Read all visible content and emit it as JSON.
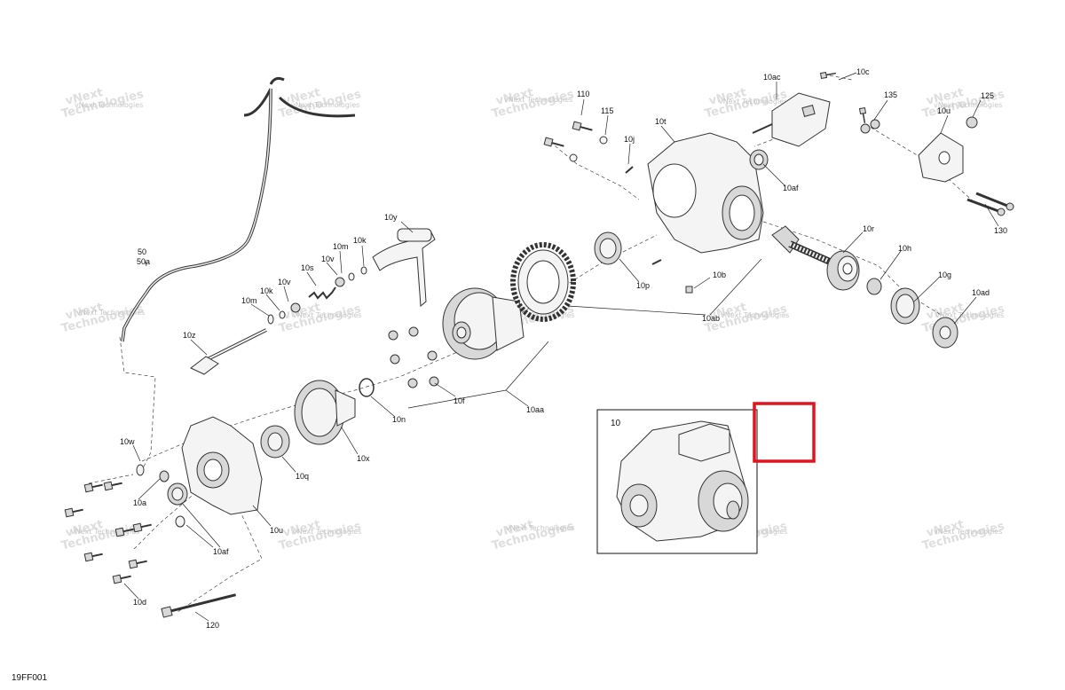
{
  "diagram_code": "19FF001",
  "watermark": {
    "line1": "vNext",
    "line2": "Technologies",
    "line3": "vNext Technologies"
  },
  "inset": {
    "label": "10"
  },
  "callouts": {
    "c10": "10",
    "c10a": "10a",
    "c10aa": "10aa",
    "c10ab": "10ab",
    "c10ac": "10ac",
    "c10ad": "10ad",
    "c10af_left": "10af",
    "c10af_right": "10af",
    "c10b": "10b",
    "c10c": "10c",
    "c10d": "10d",
    "c10f": "10f",
    "c10g": "10g",
    "c10h": "10h",
    "c10j": "10j",
    "c10k_a": "10k",
    "c10k_b": "10k",
    "c10m_a": "10m",
    "c10m_b": "10m",
    "c10n": "10n",
    "c10p": "10p",
    "c10q": "10q",
    "c10r": "10r",
    "c10s": "10s",
    "c10t": "10t",
    "c10u": "10u",
    "c10u2": "10u",
    "c10v_a": "10v",
    "c10v_b": "10v",
    "c10w": "10w",
    "c10x": "10x",
    "c10y": "10y",
    "c10z": "10z",
    "c50": "50",
    "c50a": "50a",
    "c110": "110",
    "c115": "115",
    "c120": "120",
    "c125": "125",
    "c130": "130",
    "c135": "135"
  },
  "highlight_color": "#e0141e"
}
